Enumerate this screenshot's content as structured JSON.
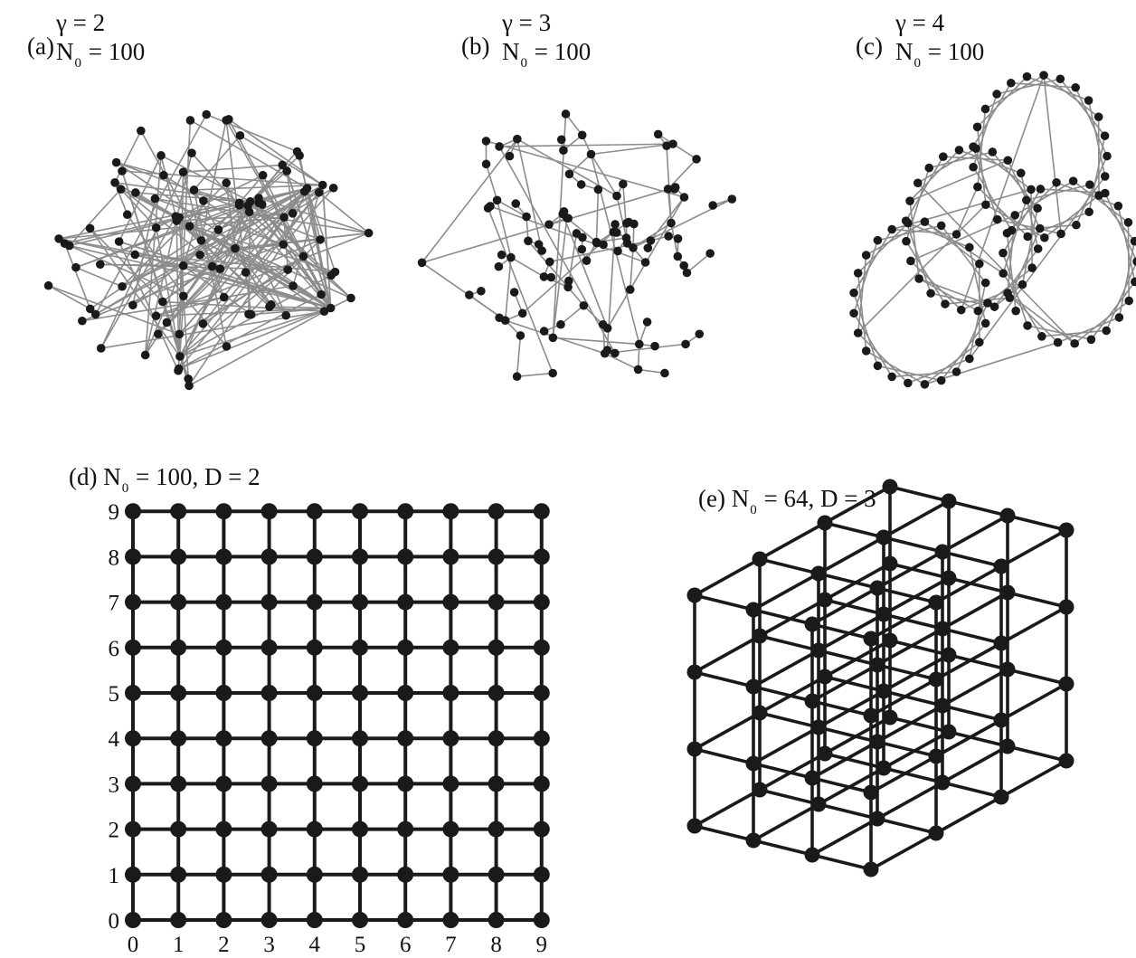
{
  "panels": [
    {
      "id": "a",
      "letter": "(a)",
      "gamma": "γ = 2",
      "n_prefix": "N",
      "n_sub": "0",
      "n_suffix": " = 100"
    },
    {
      "id": "b",
      "letter": "(b)",
      "gamma": "γ = 3",
      "n_prefix": "N",
      "n_sub": "0",
      "n_suffix": " = 100"
    },
    {
      "id": "c",
      "letter": "(c)",
      "gamma": "γ = 4",
      "n_prefix": "N",
      "n_sub": "0",
      "n_suffix": " = 100"
    },
    {
      "id": "d",
      "letter": "(d)",
      "n_prefix": "N",
      "n_sub": "0",
      "n_suffix": " = 100, D = 2"
    },
    {
      "id": "e",
      "letter": "(e)",
      "n_prefix": "N",
      "n_sub": "0",
      "n_suffix": " = 64, D = 3"
    }
  ],
  "grid2d": {
    "x_ticks": [
      "0",
      "1",
      "2",
      "3",
      "4",
      "5",
      "6",
      "7",
      "8",
      "9"
    ],
    "y_ticks": [
      "0",
      "1",
      "2",
      "3",
      "4",
      "5",
      "6",
      "7",
      "8",
      "9"
    ]
  },
  "colors": {
    "node": "#1a1a1a",
    "edge_network": "#8c8c8c",
    "edge_lattice": "#1a1a1a"
  }
}
